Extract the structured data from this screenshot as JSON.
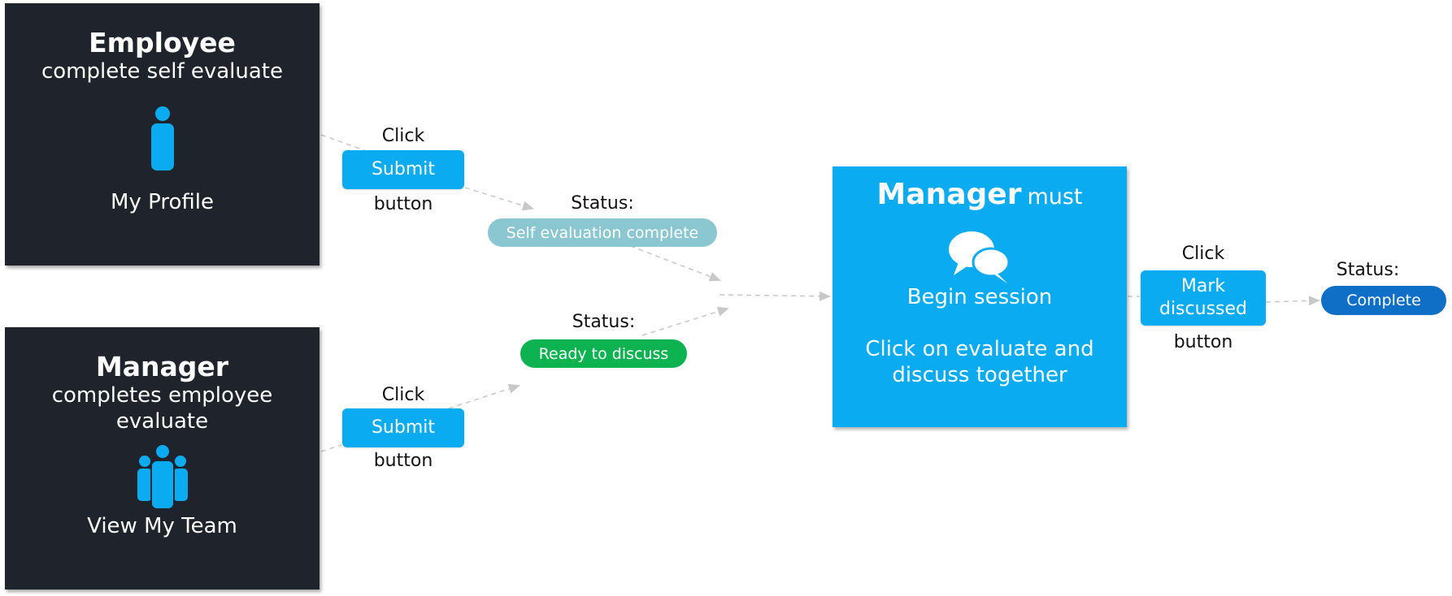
{
  "colors": {
    "card_bg": "#1f232b",
    "accent_blue": "#0aabf1",
    "self_eval_status": "#8ac7d0",
    "ready_status": "#0db350",
    "complete_status": "#0f6fc6",
    "connector": "#c8c8c8"
  },
  "employee_card": {
    "title": "Employee",
    "subtitle": "complete self evaluate",
    "icon": "person-icon",
    "footer": "My Profile"
  },
  "manager_card": {
    "title": "Manager",
    "subtitle_line1": "completes employee",
    "subtitle_line2": "evaluate",
    "icon": "team-icon",
    "footer": "View My Team"
  },
  "employee_step": {
    "click_label": "Click",
    "button_label": "Submit",
    "button_suffix": "button"
  },
  "manager_step": {
    "click_label": "Click",
    "button_label": "Submit",
    "button_suffix": "button"
  },
  "status_self": {
    "label": "Status:",
    "value": "Self evaluation complete"
  },
  "status_ready": {
    "label": "Status:",
    "value": "Ready to discuss"
  },
  "manager_session": {
    "title_bold": "Manager",
    "title_rest": "must",
    "icon": "chat-bubbles-icon",
    "action": "Begin session",
    "desc_line1": "Click on evaluate and",
    "desc_line2": "discuss together"
  },
  "discuss_step": {
    "click_label": "Click",
    "button_line1": "Mark",
    "button_line2": "discussed",
    "button_suffix": "button"
  },
  "status_complete": {
    "label": "Status:",
    "value": "Complete"
  }
}
